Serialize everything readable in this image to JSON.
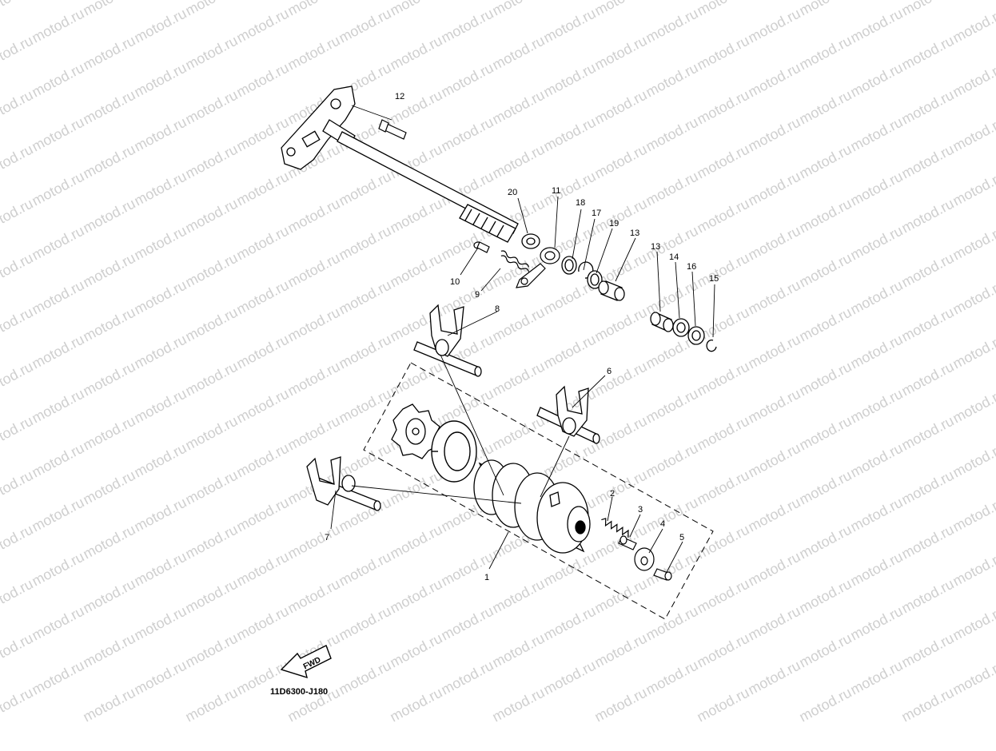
{
  "watermark": "motod.ru",
  "diagram_code": "11D6300-J180",
  "fwd_label": "FWD",
  "callouts": {
    "c1": "1",
    "c2": "2",
    "c3": "3",
    "c4": "4",
    "c5": "5",
    "c6": "6",
    "c7": "7",
    "c8": "8",
    "c9": "9",
    "c10": "10",
    "c11": "11",
    "c12": "12",
    "c13a": "13",
    "c13b": "13",
    "c14": "14",
    "c15": "15",
    "c16": "16",
    "c17": "17",
    "c18": "18",
    "c19": "19",
    "c20": "20"
  }
}
